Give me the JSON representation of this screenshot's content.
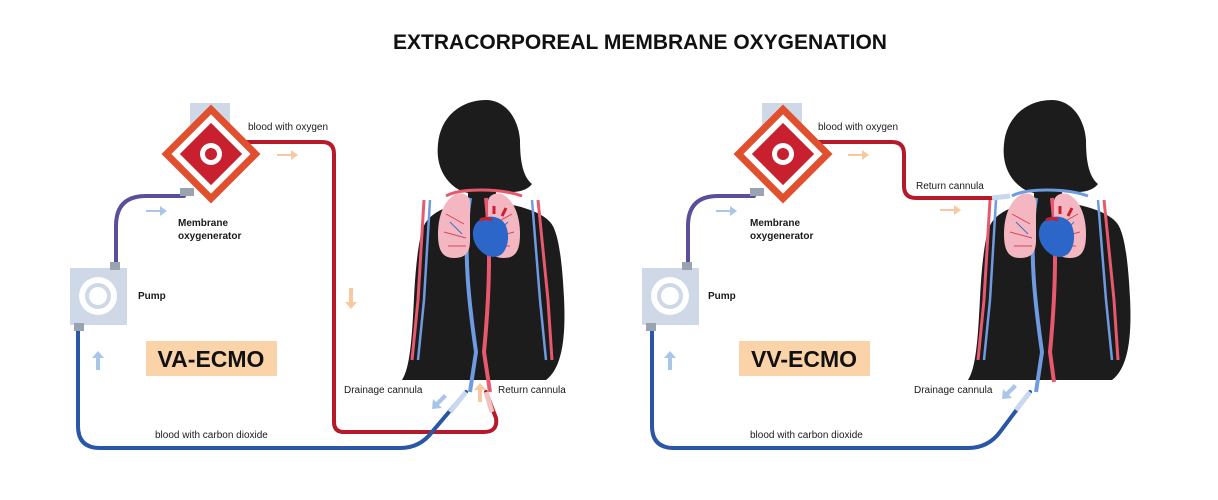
{
  "title": "EXTRACORPOREAL MEMBRANE OXYGENATION",
  "colors": {
    "oxygenated": "#b5192a",
    "deoxygenated": "#2a56a8",
    "tube_pump": "#5a4f9a",
    "arrow_red": "#f7c9a0",
    "arrow_blue": "#a9c5e8",
    "badge": "#fbd3a8",
    "silhouette": "#1c1c1c",
    "device": "#cfd8e6"
  },
  "icons": [
    "membrane-oxygenator-icon",
    "pump-icon",
    "silhouette-icon",
    "lungs-icon",
    "heart-icon",
    "flow-arrow-icon"
  ],
  "panels": [
    {
      "mode": "VA-ECMO",
      "labels": {
        "blood_with_oxygen": "blood with oxygen",
        "membrane_line1": "Membrane",
        "membrane_line2": "oxygenerator",
        "pump": "Pump",
        "drainage_cannula": "Drainage cannula",
        "return_cannula": "Return cannula",
        "blood_with_co2": "blood with carbon dioxide"
      }
    },
    {
      "mode": "VV-ECMO",
      "labels": {
        "blood_with_oxygen": "blood with oxygen",
        "membrane_line1": "Membrane",
        "membrane_line2": "oxygenerator",
        "pump": "Pump",
        "return_cannula": "Return cannula",
        "drainage_cannula": "Drainage cannula",
        "blood_with_co2": "blood with carbon dioxide"
      }
    }
  ]
}
